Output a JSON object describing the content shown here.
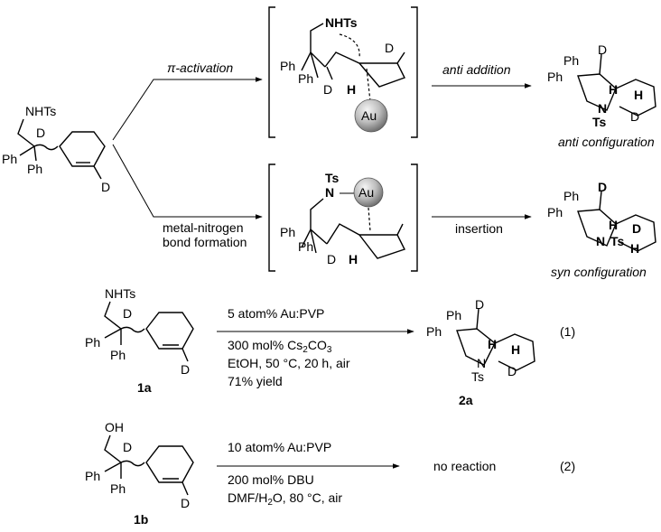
{
  "labels": {
    "nhts": "NHTs",
    "ph": "Ph",
    "d": "D",
    "h": "H",
    "n": "N",
    "ts": "Ts",
    "au": "Au",
    "oh": "OH"
  },
  "pathway_top": {
    "condition": "π-activation",
    "step": "anti addition",
    "product_caption": "anti configuration"
  },
  "pathway_bottom": {
    "condition_line1": "metal-nitrogen",
    "condition_line2": "bond formation",
    "step": "insertion",
    "product_caption": "syn configuration"
  },
  "reaction1": {
    "reactant": "1a",
    "product": "2a",
    "cond_above": "5 atom% Au:PVP",
    "cond_below_1": "300 mol% Cs",
    "cond_below_1_sub": "2",
    "cond_below_1_tail": "CO",
    "cond_below_1_sub2": "3",
    "cond_below_2": "EtOH, 50 °C, 20 h, air",
    "cond_below_3": "71% yield",
    "eq_number": "(1)"
  },
  "reaction2": {
    "reactant": "1b",
    "cond_above": "10 atom% Au:PVP",
    "cond_below_1": "200 mol% DBU",
    "cond_below_2_pre": "DMF/H",
    "cond_below_2_sub": "2",
    "cond_below_2_tail": "O, 80 °C, air",
    "outcome": "no reaction",
    "eq_number": "(2)"
  },
  "colors": {
    "ink": "#000000",
    "gold_sphere_light": "#f2f2f2",
    "gold_sphere_dark": "#8a8a8a"
  }
}
